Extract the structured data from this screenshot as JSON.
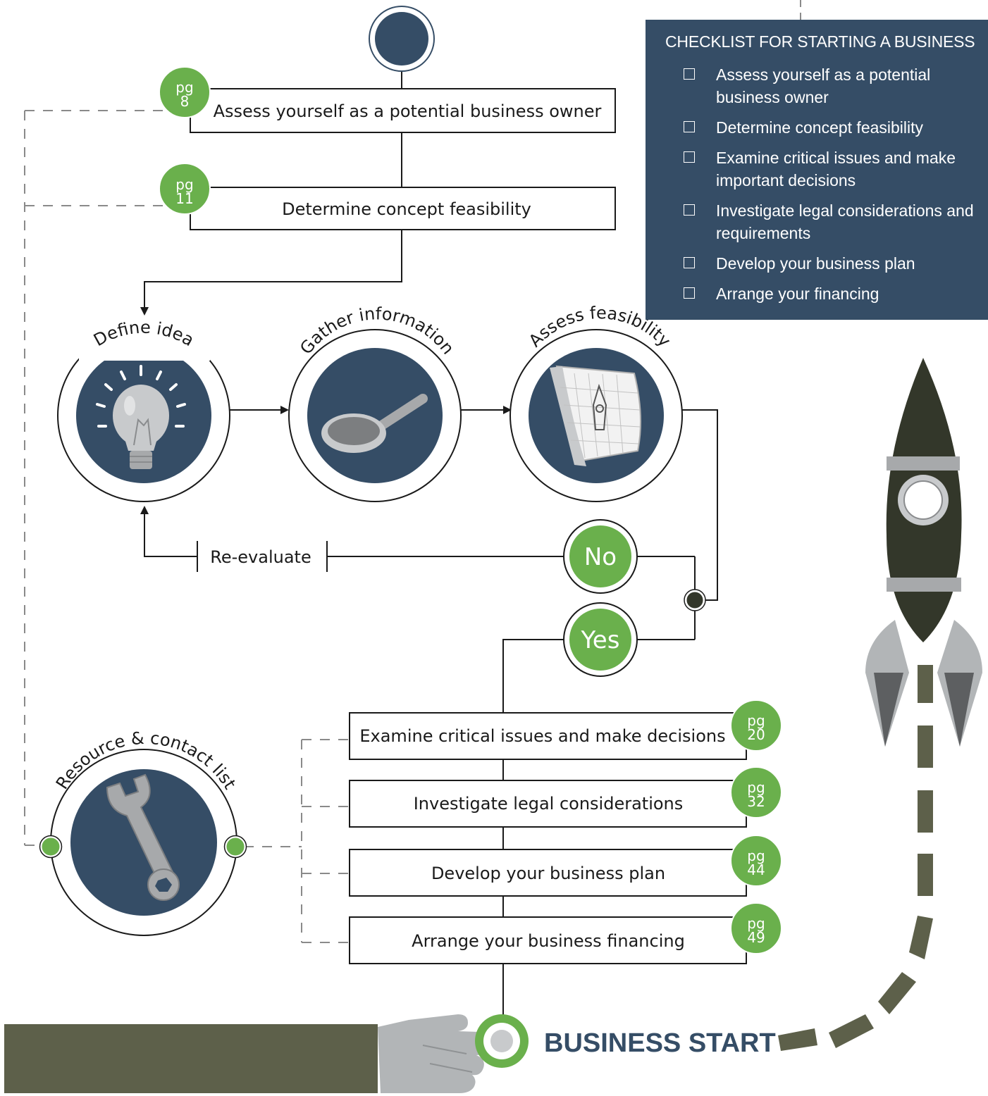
{
  "checklist": {
    "title": "CHECKLIST FOR STARTING A BUSINESS",
    "items": [
      "Assess yourself as a potential business owner",
      "Determine concept feasibility",
      "Examine critical issues and make important decisions",
      "Investigate legal considerations and requirements",
      "Develop your business plan",
      "Arrange your financing"
    ]
  },
  "steps": {
    "assess_self": {
      "label": "Assess yourself as a potential business owner",
      "pg": "pg",
      "page": "8"
    },
    "concept": {
      "label": "Determine concept feasibility",
      "pg": "pg",
      "page": "11"
    },
    "examine": {
      "label": "Examine critical issues and make decisions",
      "pg": "pg",
      "page": "20"
    },
    "legal": {
      "label": "Investigate legal considerations",
      "pg": "pg",
      "page": "32"
    },
    "plan": {
      "label": "Develop your business plan",
      "pg": "pg",
      "page": "44"
    },
    "financing": {
      "label": "Arrange your business financing",
      "pg": "pg",
      "page": "49"
    }
  },
  "cycle": {
    "define_idea": "Define idea",
    "gather_information": "Gather information",
    "assess_feasibility": "Assess feasibility"
  },
  "decision": {
    "re_evaluate": "Re-evaluate",
    "no": "No",
    "yes": "Yes"
  },
  "resource": {
    "label": "Resource & contact list"
  },
  "business_start": "BUSINESS START",
  "colors": {
    "navy": "#354d66",
    "green": "#6ab04c",
    "olive": "#5d604a",
    "rocket": "#33372a",
    "grey": "#b2b5b7"
  },
  "icons": [
    "lightbulb-icon",
    "magnifying-glass-icon",
    "blueprint-icon",
    "wrench-icon",
    "rocket-icon",
    "pointing-hand-icon"
  ]
}
